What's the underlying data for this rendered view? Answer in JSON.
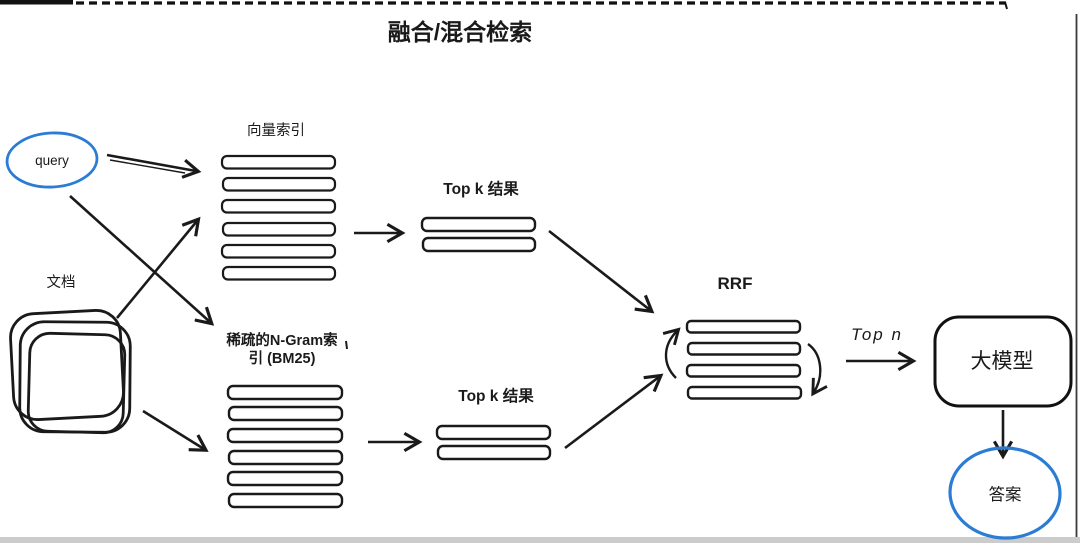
{
  "title": "融合/混合检索",
  "nodes": {
    "query_label": "query",
    "documents_label": "文档",
    "vector_index_label": "向量索引",
    "sparse_index_label_line1": "稀疏的N-Gram索",
    "sparse_index_label_line2": "引 (BM25)",
    "topk_label_1": "Top k 结果",
    "topk_label_2": "Top k 结果",
    "rrf_label": "RRF",
    "top_n_label": "Top n",
    "llm_label": "大模型",
    "answer_label": "答案"
  },
  "stacks": {
    "vector_index_bars": 6,
    "sparse_index_bars": 6,
    "topk1_bars": 2,
    "topk2_bars": 2,
    "rrf_bars": 4
  },
  "colors": {
    "ink": "#1a1a1a",
    "accent_blue": "#2b7cd4"
  }
}
